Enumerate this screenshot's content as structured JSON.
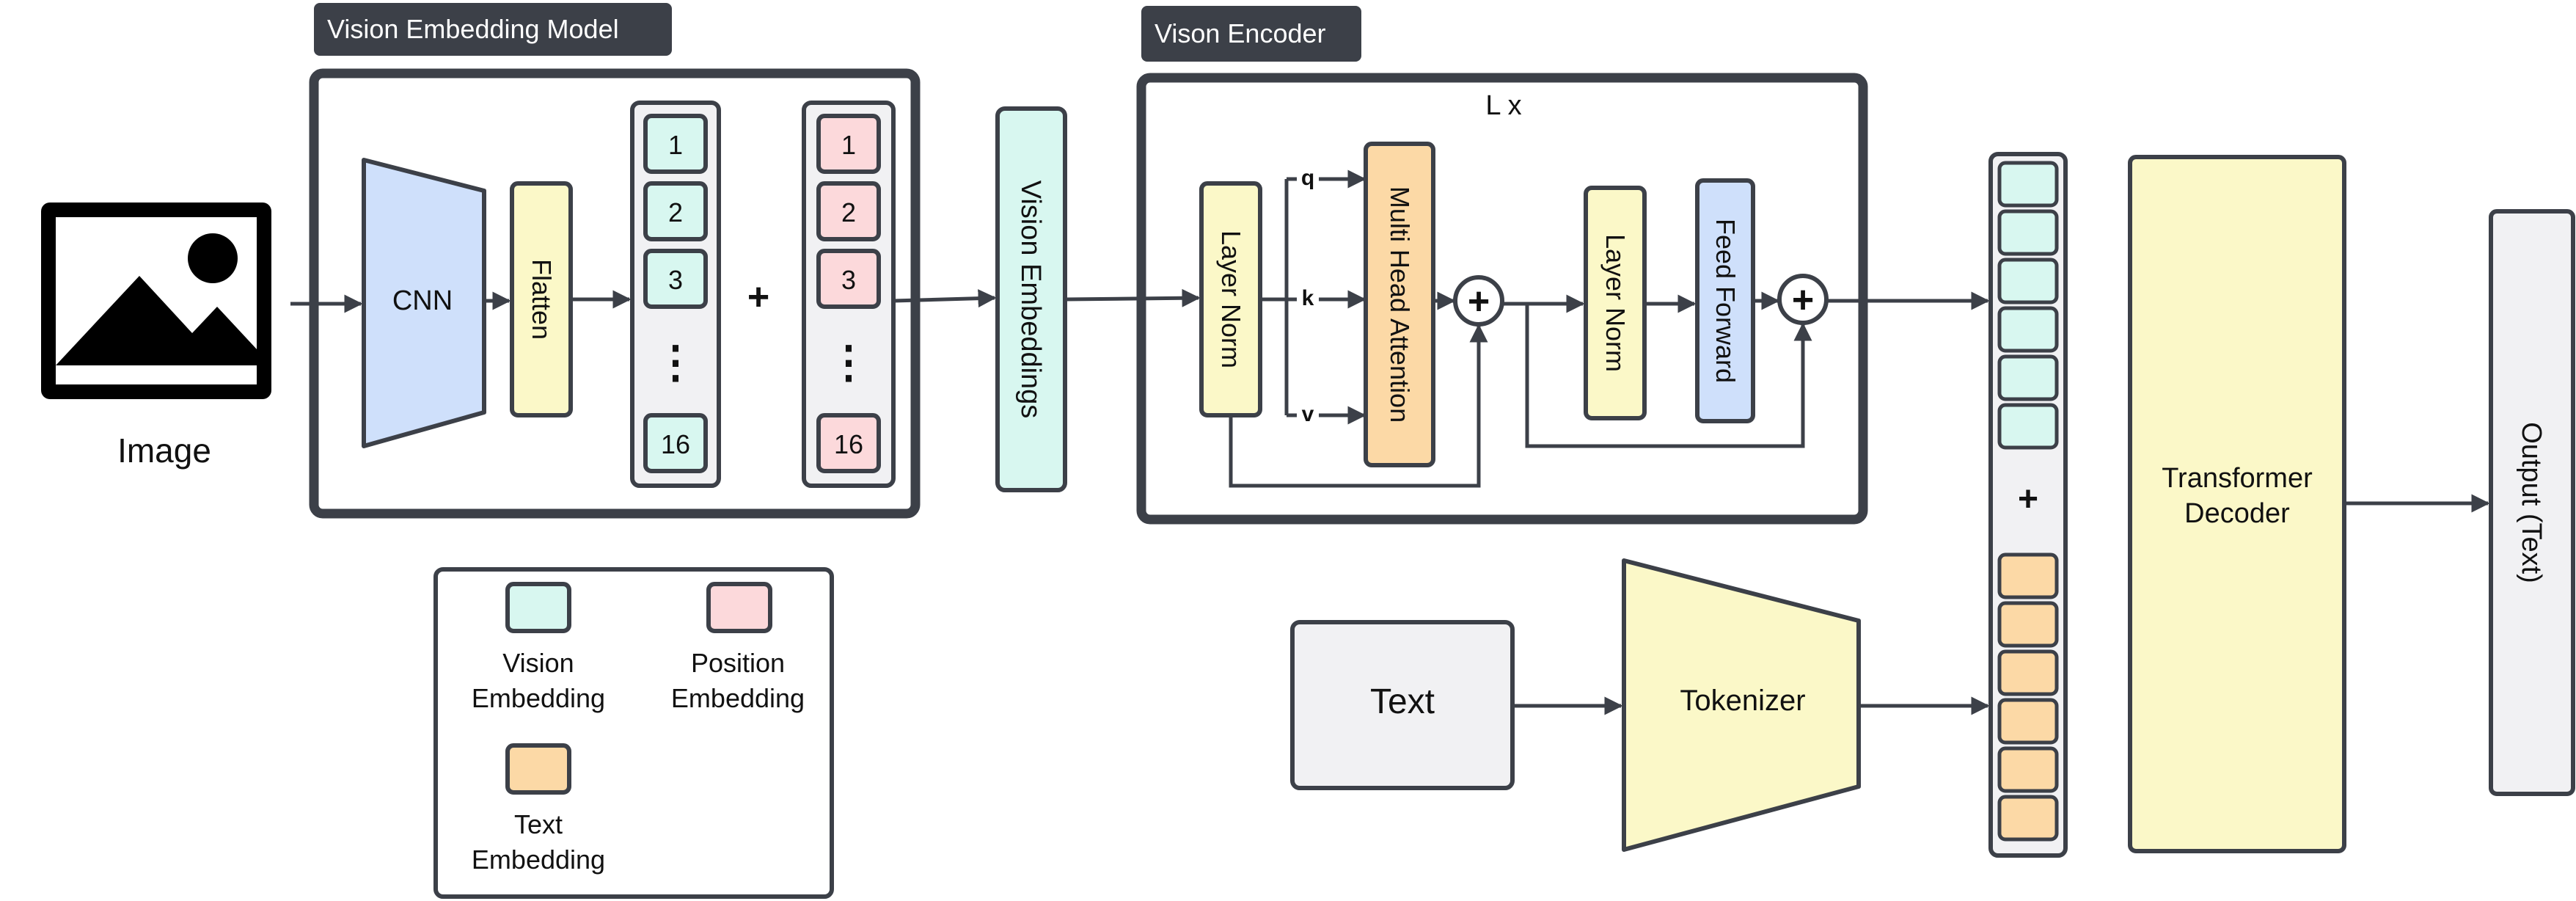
{
  "colors": {
    "stroke": "#3c4048",
    "tag_bg": "#3c4048",
    "vision_embedding": "#d8f7f0",
    "position_embedding": "#fcd9db",
    "text_embedding": "#fcd9a6",
    "cnn": "#cfe0fb",
    "yellow": "#fbf8c8",
    "gray_box": "#f1f1f3"
  },
  "icons": {
    "image": "image-icon"
  },
  "input": {
    "image_label": "Image"
  },
  "vision_embedding_model": {
    "tag": "Vision Embedding Model",
    "cnn": "CNN",
    "flatten": "Flatten",
    "vision_tokens": [
      "1",
      "2",
      "3",
      "⋮",
      "16"
    ],
    "plus": "+",
    "position_tokens": [
      "1",
      "2",
      "3",
      "⋮",
      "16"
    ]
  },
  "vision_embeddings": "Vision Embeddings",
  "vision_encoder": {
    "tag": "Vison Encoder",
    "repeat": "L x",
    "layer_norm_1": "Layer Norm",
    "qkv": [
      "q",
      "k",
      "v"
    ],
    "attention": "Multi Head Attention",
    "add_symbol": "+",
    "layer_norm_2": "Layer Norm",
    "feed_forward": "Feed Forward"
  },
  "legend": {
    "vision_line1": "Vision",
    "vision_line2": "Embedding",
    "position_line1": "Position",
    "position_line2": "Embedding",
    "text_line1": "Text",
    "text_line2": "Embedding"
  },
  "text_input": "Text",
  "tokenizer": "Tokenizer",
  "concat_plus": "+",
  "decoder_line1": "Transformer",
  "decoder_line2": "Decoder",
  "output": "Output (Text)"
}
